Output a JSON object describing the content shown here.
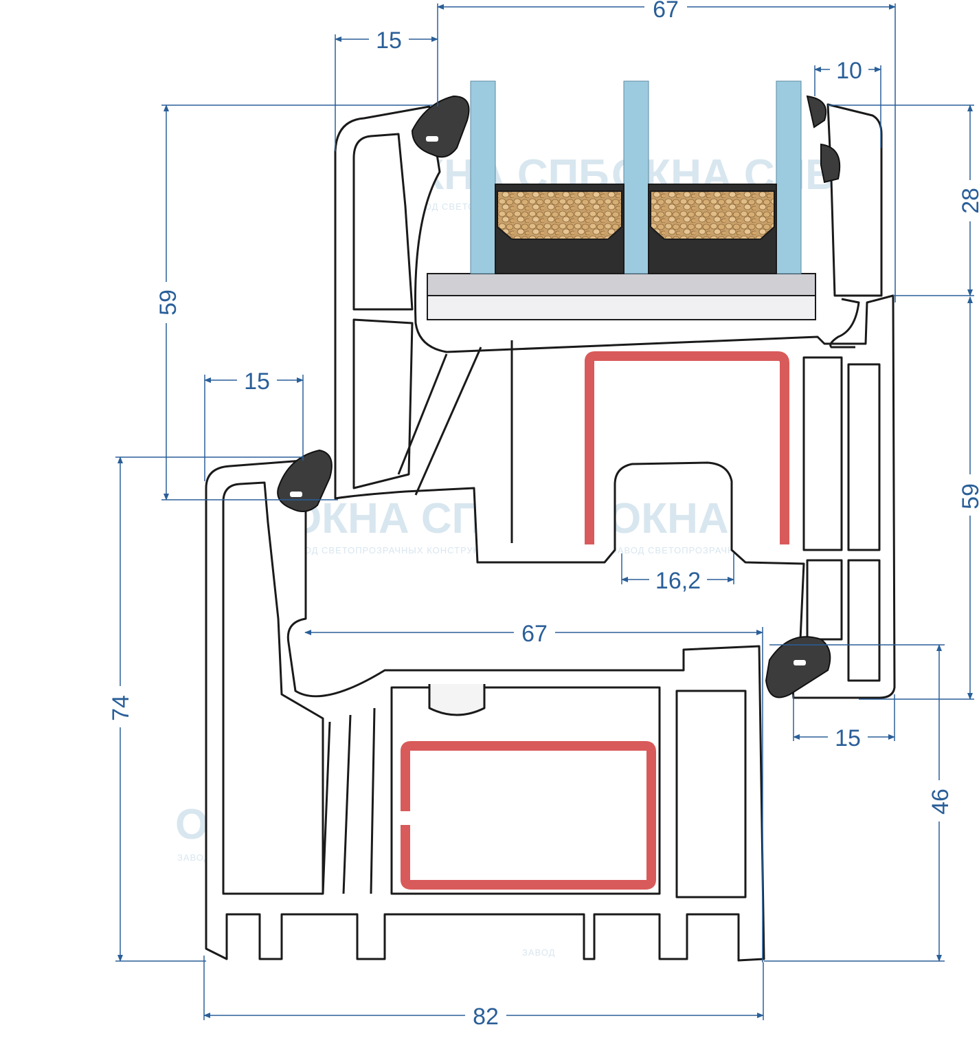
{
  "colors": {
    "dimension": "#2a5f98",
    "profile_stroke": "#1a1a1a",
    "profile_fill": "#ffffff",
    "glass": "#9ccbdf",
    "reinforcement": "#d95a5a",
    "gasket": "#3c3c3c",
    "desiccant": "#c8a06a",
    "spacer": "#2e2e2e",
    "glazing_bead_bar": "#cfcfd4",
    "watermark": "#d8e6ef"
  },
  "dimensions": {
    "top_width": "67",
    "top_left_offset": "15",
    "top_right_gap": "10",
    "right_upper_height": "28",
    "right_lower_height": "59",
    "left_upper_height": "59",
    "middle_step": "15",
    "reinforcement_width": "16,2",
    "inner_width": "67",
    "right_lower_step": "15",
    "left_total_height": "74",
    "right_frame_height": "46",
    "bottom_total_width": "82"
  },
  "watermark": {
    "brand": "ОКНА СПБ",
    "tagline": "ЗАВОД СВЕТОПРОЗРАЧНЫХ КОНСТРУКЦИЙ",
    "fragment": "ЗАВОД"
  }
}
